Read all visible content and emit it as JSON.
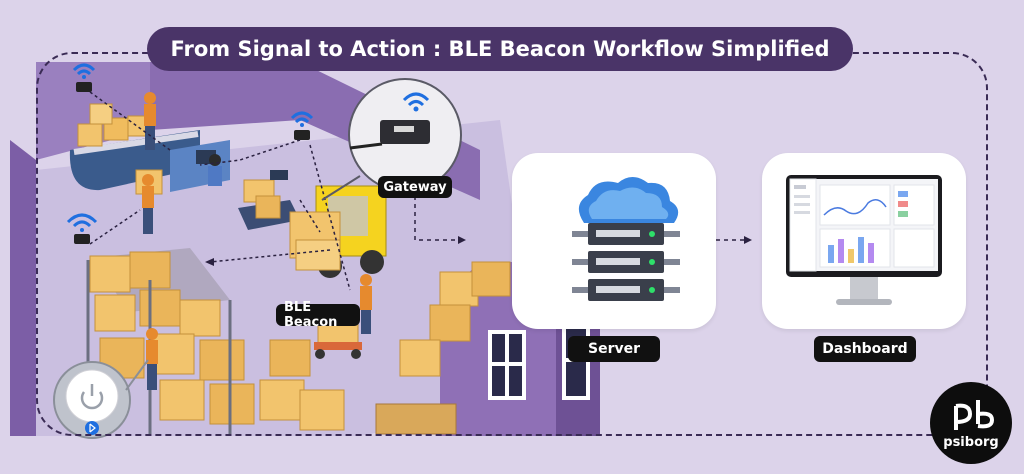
{
  "title": "From Signal to Action : BLE Beacon Workflow Simplified",
  "labels": {
    "gateway": "Gateway",
    "ble_beacon": "BLE Beacon",
    "server": "Server",
    "dashboard": "Dashboard"
  },
  "logo": {
    "text": "psiborg"
  },
  "colors": {
    "background": "#dcd3ea",
    "title_bg": "#4a3468",
    "wall": "#8e6fb3",
    "floor": "#c9bde0",
    "box": "#f2c46d",
    "label_bg": "#111111",
    "signal_blue": "#1f6fe0",
    "card_bg": "#ffffff"
  },
  "icons": [
    "wifi-signal-icon",
    "cloud-server-icon",
    "monitor-dashboard-icon",
    "ble-beacon-device-icon",
    "bluetooth-icon",
    "power-icon"
  ]
}
